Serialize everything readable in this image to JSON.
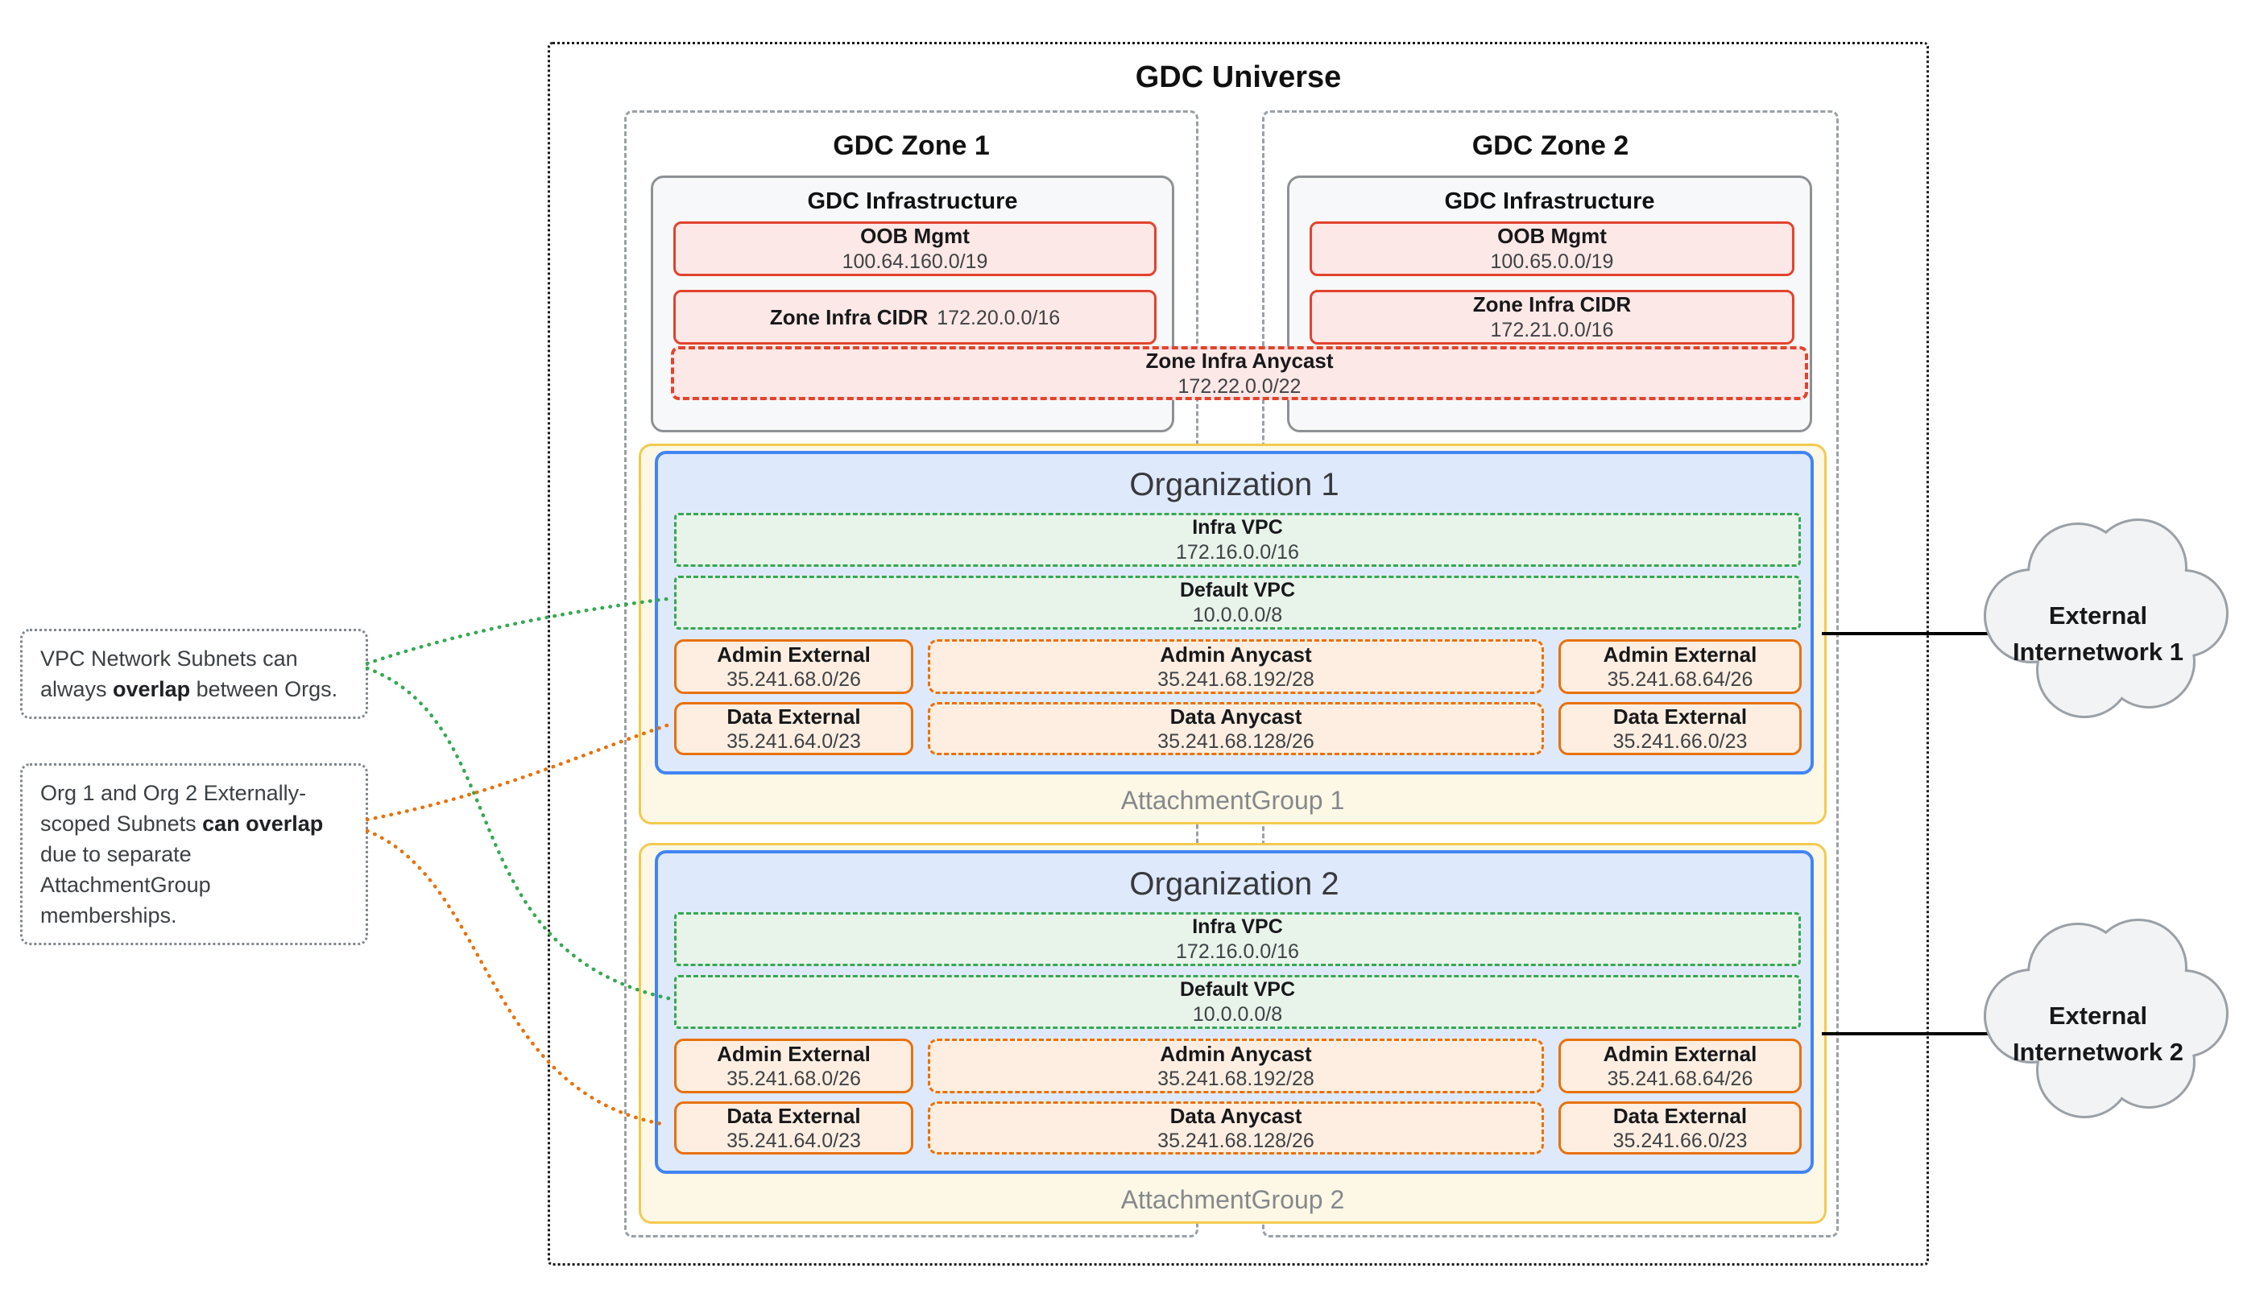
{
  "universe": {
    "title": "GDC Universe"
  },
  "zones": [
    {
      "title": "GDC Zone 1",
      "infrastructure": {
        "title": "GDC Infrastructure",
        "oob_label": "OOB Mgmt",
        "oob_cidr": "100.64.160.0/19",
        "zone_cidr_label": "Zone Infra CIDR",
        "zone_cidr_value": "172.20.0.0/16"
      }
    },
    {
      "title": "GDC Zone 2",
      "infrastructure": {
        "title": "GDC Infrastructure",
        "oob_label": "OOB Mgmt",
        "oob_cidr": "100.65.0.0/19",
        "zone_cidr_label": "Zone Infra CIDR",
        "zone_cidr_value": "172.21.0.0/16"
      }
    }
  ],
  "zone_infra_anycast": {
    "label": "Zone Infra Anycast",
    "cidr": "172.22.0.0/22"
  },
  "attachment_groups": [
    {
      "label": "AttachmentGroup 1",
      "organization": {
        "title": "Organization 1",
        "infra_vpc": {
          "label": "Infra VPC",
          "cidr": "172.16.0.0/16"
        },
        "default_vpc": {
          "label": "Default VPC",
          "cidr": "10.0.0.0/8"
        },
        "admin_left": {
          "label": "Admin External",
          "cidr": "35.241.68.0/26"
        },
        "admin_center": {
          "label": "Admin Anycast",
          "cidr": "35.241.68.192/28"
        },
        "admin_right": {
          "label": "Admin External",
          "cidr": "35.241.68.64/26"
        },
        "data_left": {
          "label": "Data External",
          "cidr": "35.241.64.0/23"
        },
        "data_center": {
          "label": "Data Anycast",
          "cidr": "35.241.68.128/26"
        },
        "data_right": {
          "label": "Data External",
          "cidr": "35.241.66.0/23"
        }
      }
    },
    {
      "label": "AttachmentGroup 2",
      "organization": {
        "title": "Organization 2",
        "infra_vpc": {
          "label": "Infra VPC",
          "cidr": "172.16.0.0/16"
        },
        "default_vpc": {
          "label": "Default VPC",
          "cidr": "10.0.0.0/8"
        },
        "admin_left": {
          "label": "Admin External",
          "cidr": "35.241.68.0/26"
        },
        "admin_center": {
          "label": "Admin Anycast",
          "cidr": "35.241.68.192/28"
        },
        "admin_right": {
          "label": "Admin External",
          "cidr": "35.241.68.64/26"
        },
        "data_left": {
          "label": "Data External",
          "cidr": "35.241.64.0/23"
        },
        "data_center": {
          "label": "Data Anycast",
          "cidr": "35.241.68.128/26"
        },
        "data_right": {
          "label": "Data External",
          "cidr": "35.241.66.0/23"
        }
      }
    }
  ],
  "clouds": [
    {
      "line1": "External",
      "line2": "Internetwork 1"
    },
    {
      "line1": "External",
      "line2": "Internetwork 2"
    }
  ],
  "notes": [
    {
      "pre": "VPC Network Subnets can always ",
      "bold": "overlap",
      "post": " between Orgs."
    },
    {
      "pre": "Org 1 and Org 2 Externally-scoped Subnets ",
      "bold": "can overlap",
      "post": " due to separate AttachmentGroup memberships."
    }
  ],
  "colors": {
    "red_border": "#e2432f",
    "red_fill": "#fce8e6",
    "green_border": "#34a853",
    "green_fill": "#e8f3ea",
    "orange_border": "#e8710a",
    "orange_fill": "#fdeee1",
    "blue_border": "#4285f4",
    "blue_fill": "#dfe9fc",
    "yellow_border": "#f2ca50",
    "yellow_fill": "#fdf8e5",
    "gray_border": "#9aa0a6",
    "infra_fill": "#f7f8f9",
    "cloud_fill": "#f1f3f4"
  }
}
